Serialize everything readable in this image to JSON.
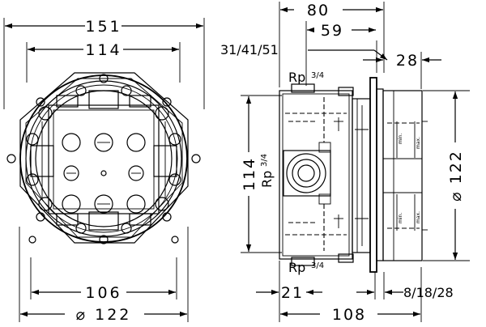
{
  "top_view": {
    "dim_outer": "151",
    "dim_inner": "114",
    "dim_bottom_inner": "106",
    "dim_bottom_outer": "⌀ 122"
  },
  "side_view": {
    "dim_top": "80",
    "dim_59": "59",
    "dim_depths": "31/41/51",
    "dim_28": "28",
    "dim_height": "114",
    "dim_diameter": "⌀ 122",
    "dim_21": "21",
    "dim_108": "108",
    "dim_8_18_28": "8/18/28",
    "rp_top": "Rp",
    "rp_top_frac": "3/4",
    "rp_side": "Rp",
    "rp_side_frac": "3/4",
    "rp_bottom": "Rp",
    "rp_bottom_frac": "3/4",
    "label_min": "min.",
    "label_max": "max."
  }
}
